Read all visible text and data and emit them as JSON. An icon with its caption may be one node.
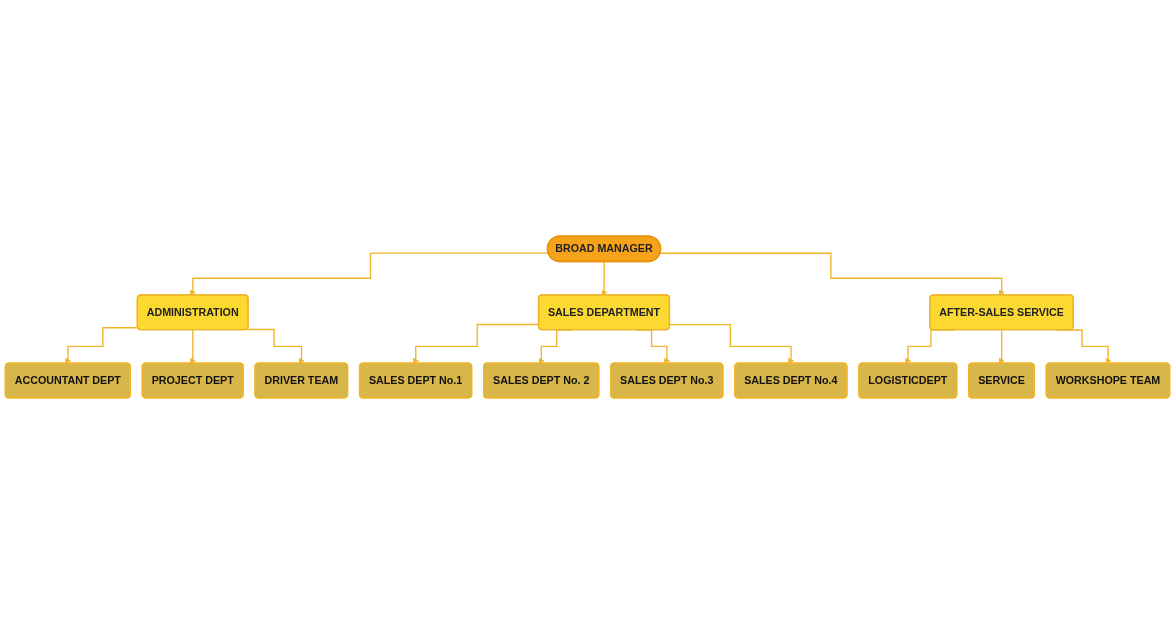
{
  "diagram": {
    "nodes": [
      {
        "text": [
          "BROAD MANAGER"
        ]
      },
      {
        "text": [
          "ADMINISTRATION"
        ]
      },
      {
        "text": [
          "SALES DEPARTMENT"
        ]
      },
      {
        "text": [
          "AFTER-SALES SERVICE"
        ]
      },
      {
        "text": [
          "ACCOUNTANT DEPT"
        ]
      },
      {
        "text": [
          "PROJECT DEPT"
        ]
      },
      {
        "text": [
          "DRIVER TEAM"
        ]
      },
      {
        "text": [
          "SALES DEPT No.1"
        ]
      },
      {
        "text": [
          "SALES DEPT No. 2"
        ]
      },
      {
        "text": [
          "SALES DEPT No.3"
        ]
      },
      {
        "text": [
          "SALES DEPT No.4"
        ]
      },
      {
        "text": [
          "LOGISTICDEPT"
        ]
      },
      {
        "text": [
          "SERVICE"
        ]
      },
      {
        "text": [
          "WORKSHOPE TEAM"
        ]
      }
    ],
    "edges": [
      {
        "from": 0,
        "to": 1,
        "arrow": "to"
      },
      {
        "from": 0,
        "to": 2,
        "arrow": "to"
      },
      {
        "from": 0,
        "to": 3,
        "arrow": "to"
      },
      {
        "from": 1,
        "to": 4,
        "arrow": "to"
      },
      {
        "from": 1,
        "to": 5,
        "arrow": "to"
      },
      {
        "from": 1,
        "to": 6,
        "arrow": "to"
      },
      {
        "from": 2,
        "to": 7,
        "arrow": "to"
      },
      {
        "from": 2,
        "to": 8,
        "arrow": "to"
      },
      {
        "from": 2,
        "to": 9,
        "arrow": "to"
      },
      {
        "from": 2,
        "to": 10,
        "arrow": "to"
      },
      {
        "from": 3,
        "to": 11,
        "arrow": "to"
      },
      {
        "from": 3,
        "to": 12,
        "arrow": "to"
      },
      {
        "from": 3,
        "to": 13,
        "arrow": "to"
      }
    ]
  }
}
